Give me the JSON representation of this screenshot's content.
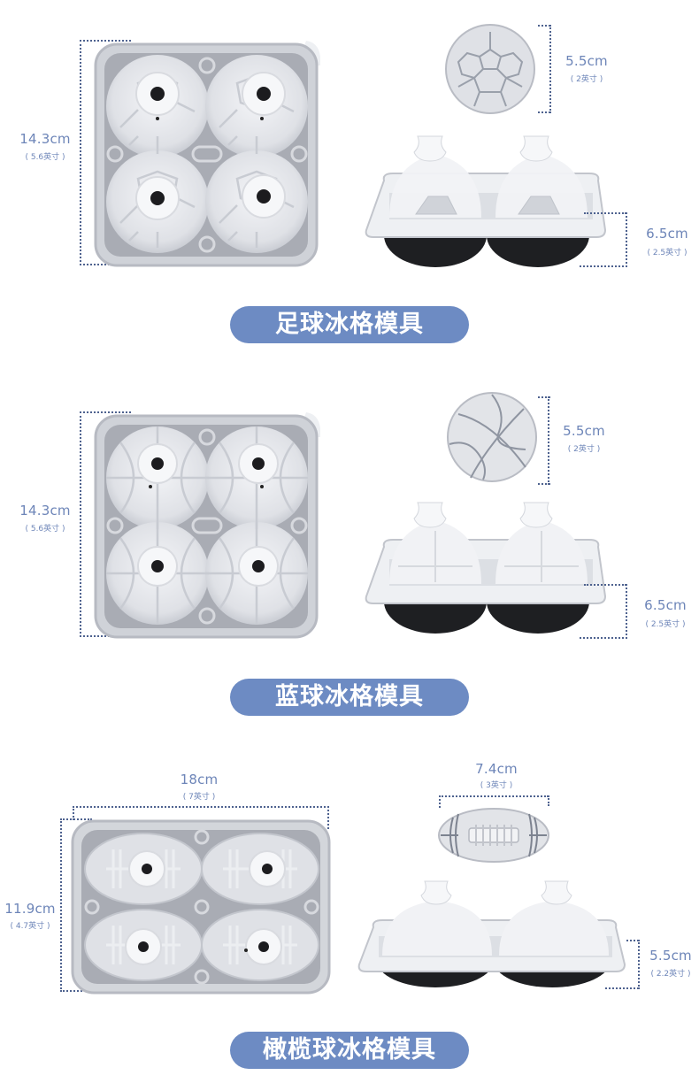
{
  "sections": [
    {
      "title": "足球冰格模具",
      "tray_height": {
        "cm": "14.3cm",
        "inch": "( 5.6英寸 )"
      },
      "ball_diameter": {
        "cm": "5.5cm",
        "inch": "( 2英寸 )"
      },
      "side_height": {
        "cm": "6.5cm",
        "inch": "( 2.5英寸 )"
      },
      "ball_type": "soccer"
    },
    {
      "title": "蓝球冰格模具",
      "tray_height": {
        "cm": "14.3cm",
        "inch": "( 5.6英寸 )"
      },
      "ball_diameter": {
        "cm": "5.5cm",
        "inch": "( 2英寸 )"
      },
      "side_height": {
        "cm": "6.5cm",
        "inch": "( 2.5英寸 )"
      },
      "ball_type": "basketball"
    },
    {
      "title": "橄榄球冰格模具",
      "tray_width": {
        "cm": "18cm",
        "inch": "( 7英寸 )"
      },
      "tray_height": {
        "cm": "11.9cm",
        "inch": "( 4.7英寸 )"
      },
      "ball_length": {
        "cm": "7.4cm",
        "inch": "( 3英寸 )"
      },
      "side_height": {
        "cm": "5.5cm",
        "inch": "( 2.2英寸 )"
      },
      "ball_type": "rugby"
    }
  ],
  "colors": {
    "accent": "#6d8bc3",
    "dimension_text": "#6d85b8",
    "dotted_line": "#4e628f",
    "tray_gray": "#a9acb4",
    "silicone_white": "#eceef2",
    "base_black": "#1e1f22"
  }
}
